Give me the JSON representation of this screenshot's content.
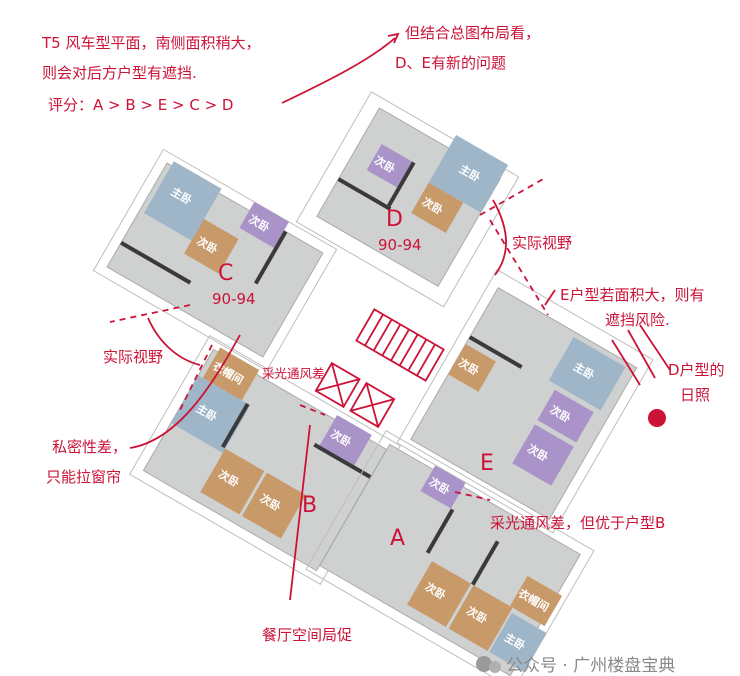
{
  "annotations": {
    "intro_line1": "T5 风车型平面，南侧面积稍大，",
    "intro_line2": "则会对后方户型有遮挡.",
    "score": "评分：A > B > E > C > D",
    "overall_line1": "但结合总图布局看，",
    "overall_line2": "D、E有新的问题",
    "view_d": "实际视野",
    "view_c": "实际视野",
    "e_risk_line1": "E户型若面积大，则有",
    "e_risk_line2": "遮挡风险.",
    "d_sun_line1": "D户型的",
    "d_sun_line2": "日照",
    "b_light": "采光通风差",
    "privacy_line1": "私密性差，",
    "privacy_line2": "只能拉窗帘",
    "a_light": "采光通风差，但优于户型B",
    "dining": "餐厅空间局促"
  },
  "units": {
    "A": {
      "letter": "A",
      "rooms": [
        "次卧",
        "次卧",
        "次卧",
        "衣帽间",
        "主卧"
      ]
    },
    "B": {
      "letter": "B",
      "rooms": [
        "衣帽间",
        "主卧",
        "次卧",
        "次卧",
        "次卧"
      ]
    },
    "C": {
      "letter": "C",
      "area": "90-94",
      "rooms": [
        "主卧",
        "次卧",
        "次卧"
      ]
    },
    "D": {
      "letter": "D",
      "area": "90-94",
      "rooms": [
        "主卧",
        "次卧",
        "次卧"
      ]
    },
    "E": {
      "letter": "E",
      "rooms": [
        "主卧",
        "次卧",
        "次卧",
        "次卧"
      ]
    }
  },
  "watermark": "公众号 · 广州楼盘宝典",
  "colors": {
    "ink": "#cc1237",
    "master": "#9fb6c9",
    "bedroom": "#c89a6a",
    "purple": "#a993c9"
  }
}
